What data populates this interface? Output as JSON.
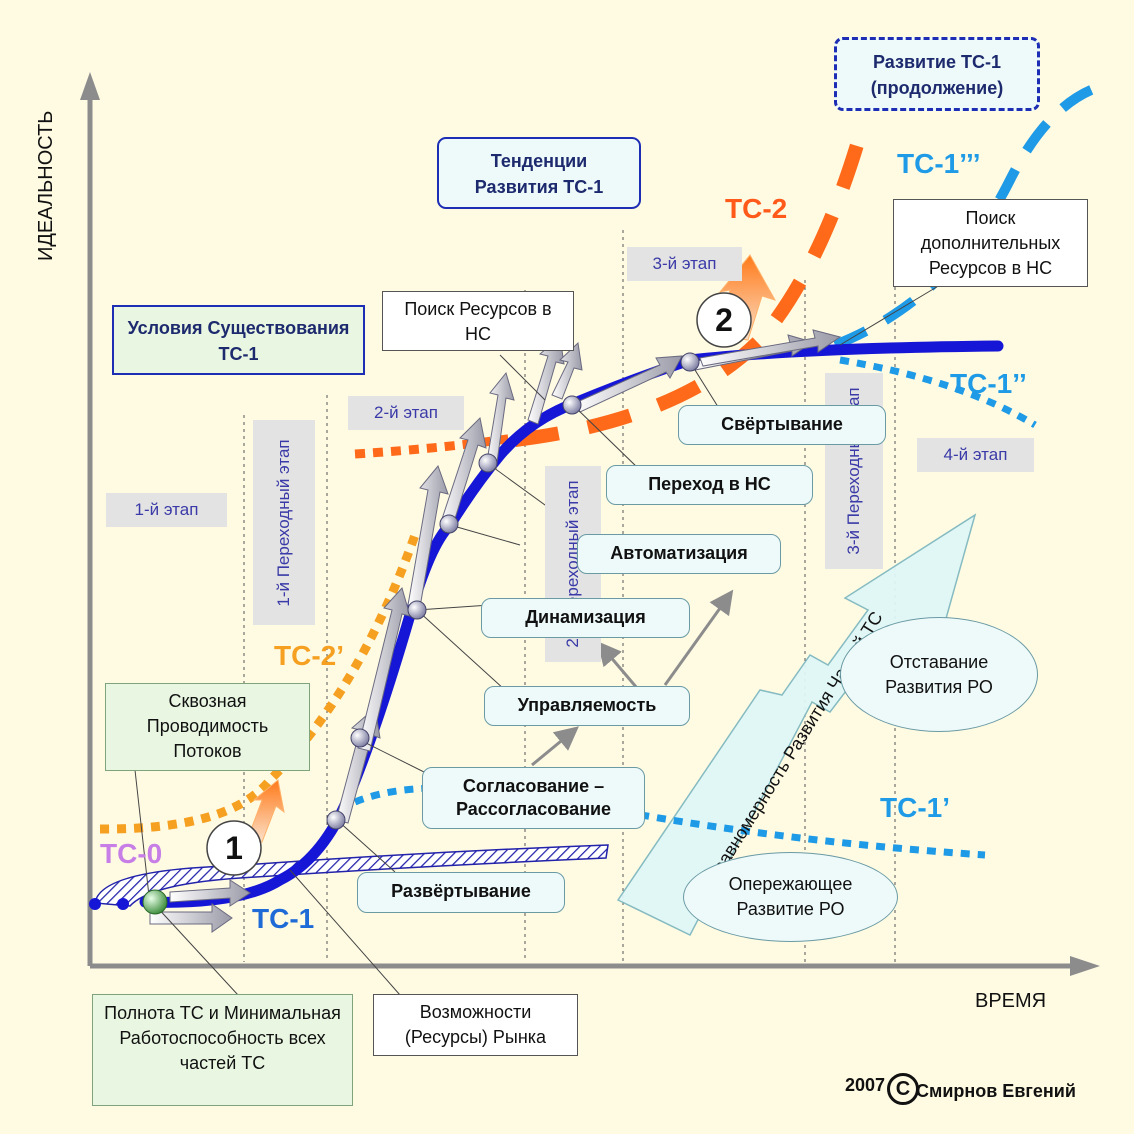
{
  "axes": {
    "y_label": "ИДЕАЛЬНОСТЬ",
    "x_label": "ВРЕМЯ"
  },
  "title_boxes": {
    "tendencies": "Тенденции Развития ТС-1",
    "conditions": "Условия Существования ТС-1",
    "continuation": "Развитие ТС-1 (продолжение)"
  },
  "stages": {
    "stage1": "1-й этап",
    "transition1": "1-й Переходный этап",
    "stage2": "2-й этап",
    "transition2": "2-й Переходный этап",
    "stage3": "3-й этап",
    "transition3": "3-й Переходный этап",
    "stage4": "4-й этап"
  },
  "curves": {
    "ts0": "ТС-0",
    "ts1": "ТС-1",
    "ts1_prime": "ТС-1’",
    "ts1_double": "ТС-1’’",
    "ts1_triple": "ТС-1’’’",
    "ts2": "ТС-2",
    "ts2_prime": "ТС-2’"
  },
  "colors": {
    "ts1": "#1616d6",
    "ts2": "#ff6a1a",
    "ts2_prime": "#f5a020",
    "ts1_branch": "#1e9ae6",
    "ts0": "#c77ee6",
    "title_border": "#1d2db4"
  },
  "markers": {
    "m1": "1",
    "m2": "2"
  },
  "callouts": {
    "through_flow": "Сквозная Проводимость Потоков",
    "completeness": "Полнота ТС и Минимальная Работоспособность всех частей ТС",
    "market": "Возможности (Ресурсы) Рынка",
    "search_ns": "Поиск Ресурсов в НС",
    "search_extra": "Поиск дополнительных Ресурсов в НС"
  },
  "trends": {
    "deployment": "Развёртывание",
    "coordination": "Согласование – Рассогласование",
    "controllability": "Управляемость",
    "dynamization": "Динамизация",
    "automation": "Автоматизация",
    "transition_ns": "Переход в НС",
    "folding": "Свёртывание"
  },
  "unevenness": "Неравномерность Развития Частей ТС",
  "ellipses": {
    "lagging": "Отставание Развития РО",
    "leading": "Опережающее Развитие РО"
  },
  "signature": {
    "year": "2007",
    "author": "Смирнов Евгений",
    "logo_letter": "С"
  }
}
